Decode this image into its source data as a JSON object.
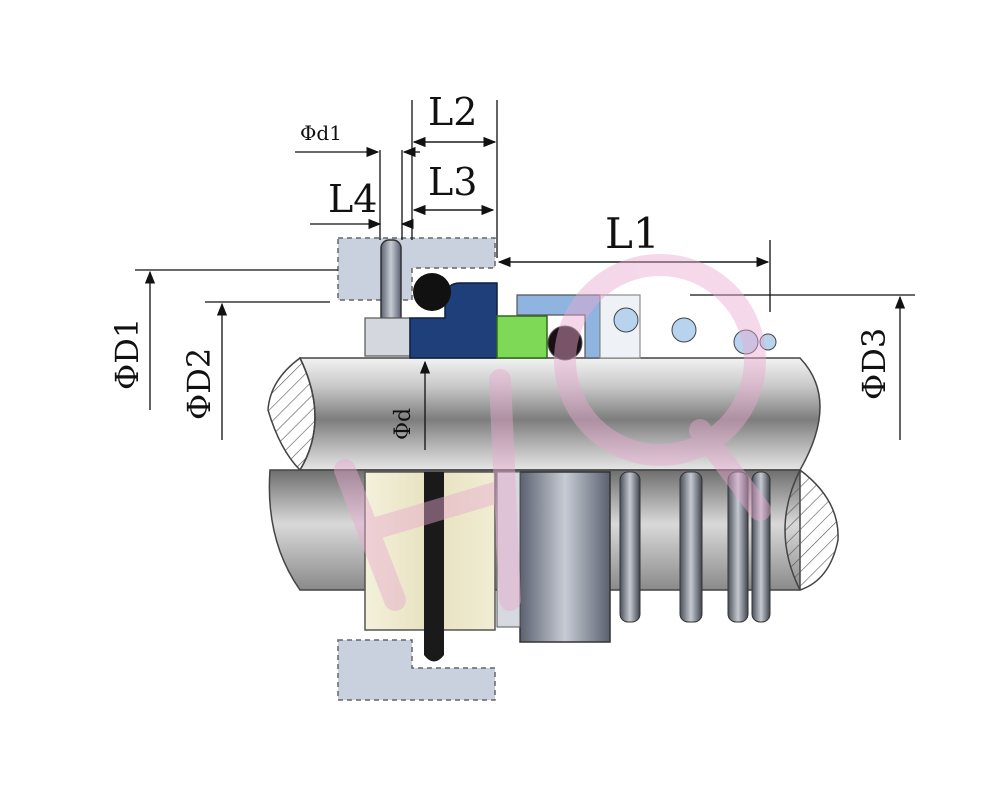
{
  "dimension_labels": {
    "l1": "L1",
    "l2": "L2",
    "l3": "L3",
    "l4": "L4",
    "d1": "Φd1",
    "D1": "ΦD1",
    "D2": "ΦD2",
    "D3": "ΦD3",
    "d": "Φd"
  },
  "watermark": "HQ",
  "colors": {
    "seal_seat": "#1e3f7a",
    "seat_green": "#7ed957",
    "pusher_ring": "#8fb4e0",
    "housing_dashed": "#c9d1df",
    "oring": "#111111",
    "watermark": "#e8a9cf"
  }
}
